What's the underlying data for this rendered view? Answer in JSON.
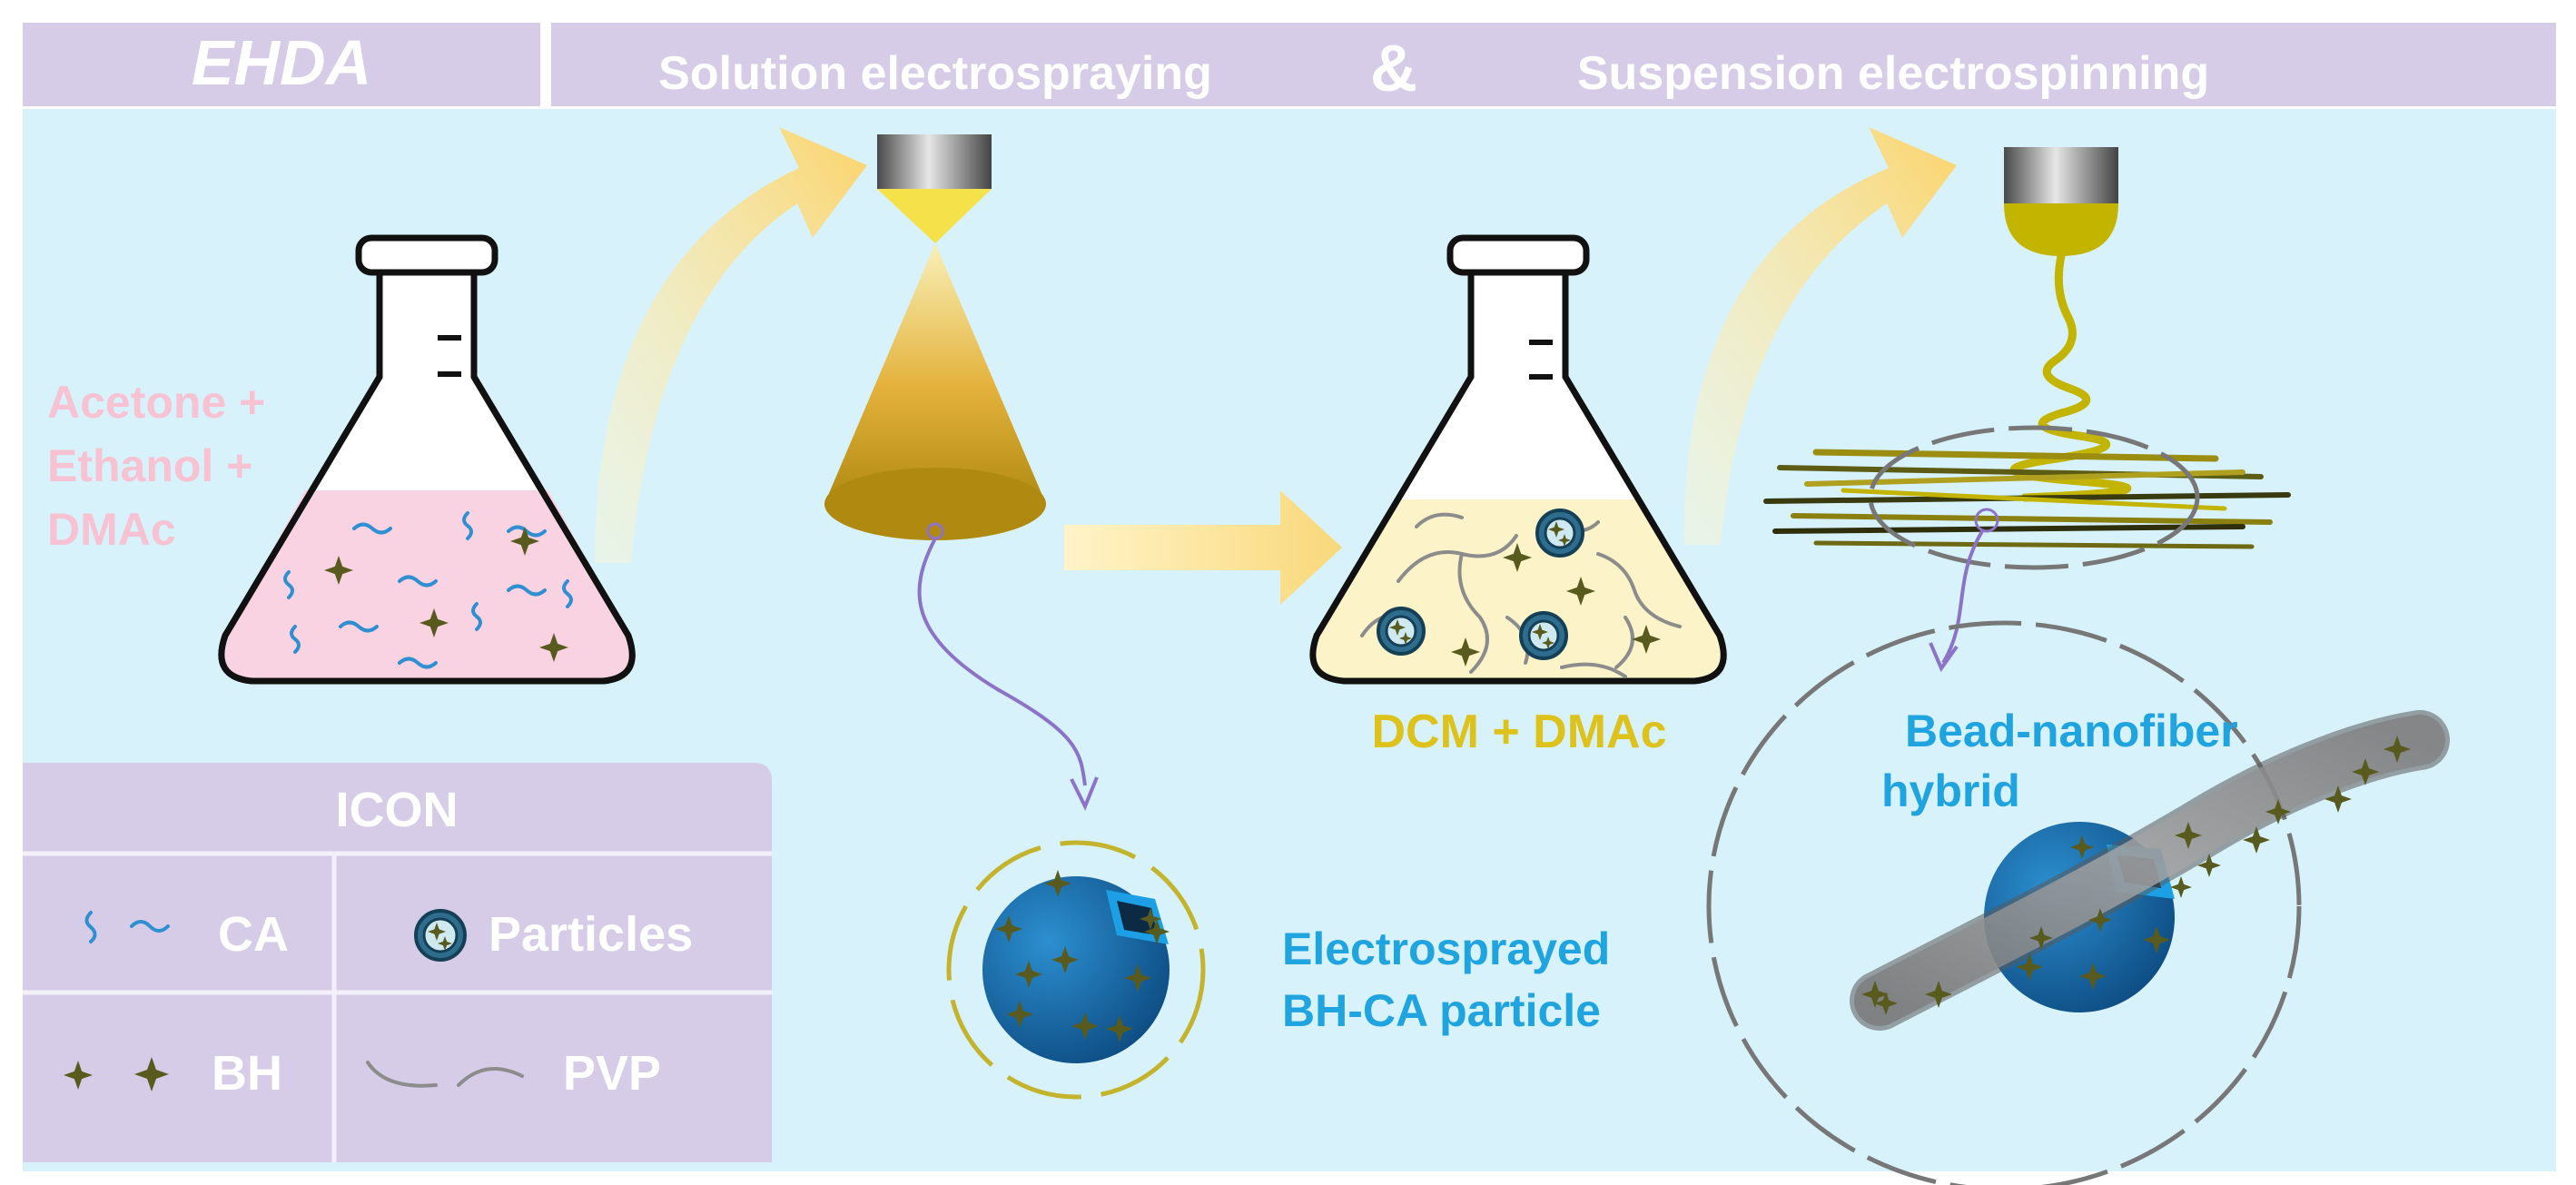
{
  "header": {
    "ehda": "EHDA",
    "process_1": "Solution electrospraying",
    "ampersand": "&",
    "process_2": "Suspension electrospinning"
  },
  "solvent_1": {
    "line1": "Acetone +",
    "line2": "Ethanol +",
    "line3": "DMAc"
  },
  "solvent_2": "DCM + DMAc",
  "product_1": {
    "line1": "Electrosprayed",
    "line2": "BH-CA particle"
  },
  "product_2": {
    "line1": "Bead-nanofiber",
    "line2": "hybrid"
  },
  "legend": {
    "title": "ICON",
    "ca": "CA",
    "particles": "Particles",
    "bh": "BH",
    "pvp": "PVP"
  },
  "colors": {
    "background": "#d8f2fb",
    "header": "#d6cce8",
    "pink_text": "#f7c3d2",
    "yellow_text": "#ddc21c",
    "blue_text": "#1fa4e0",
    "star": "#585a1e",
    "sphere": "#1b6fae",
    "fiber": "#8c8c8c"
  },
  "icons": [
    "erlenmeyer-flask-icon",
    "electrospray-nozzle-icon",
    "electrospinning-nozzle-icon",
    "star-icon",
    "curved-arrow-icon",
    "straight-arrow-icon"
  ]
}
